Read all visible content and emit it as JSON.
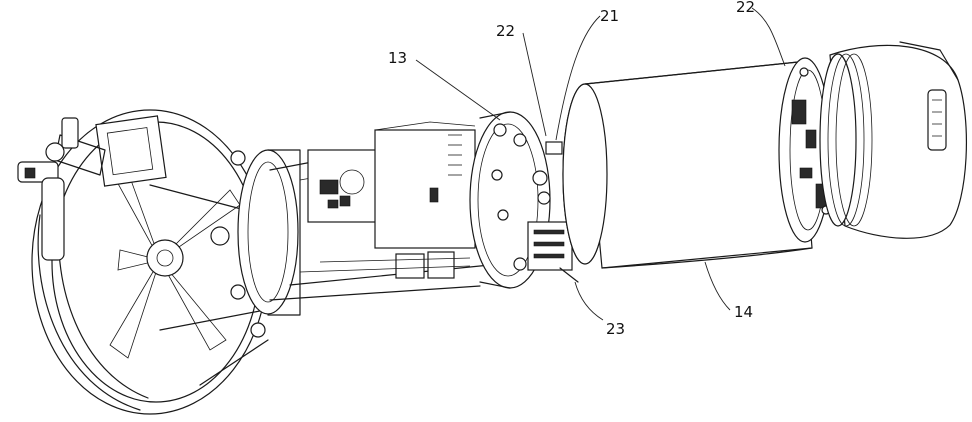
{
  "callouts": [
    {
      "id": "13",
      "text": "13"
    },
    {
      "id": "22a",
      "text": "22"
    },
    {
      "id": "21",
      "text": "21"
    },
    {
      "id": "22b",
      "text": "22"
    },
    {
      "id": "14",
      "text": "14"
    },
    {
      "id": "23",
      "text": "23"
    }
  ]
}
